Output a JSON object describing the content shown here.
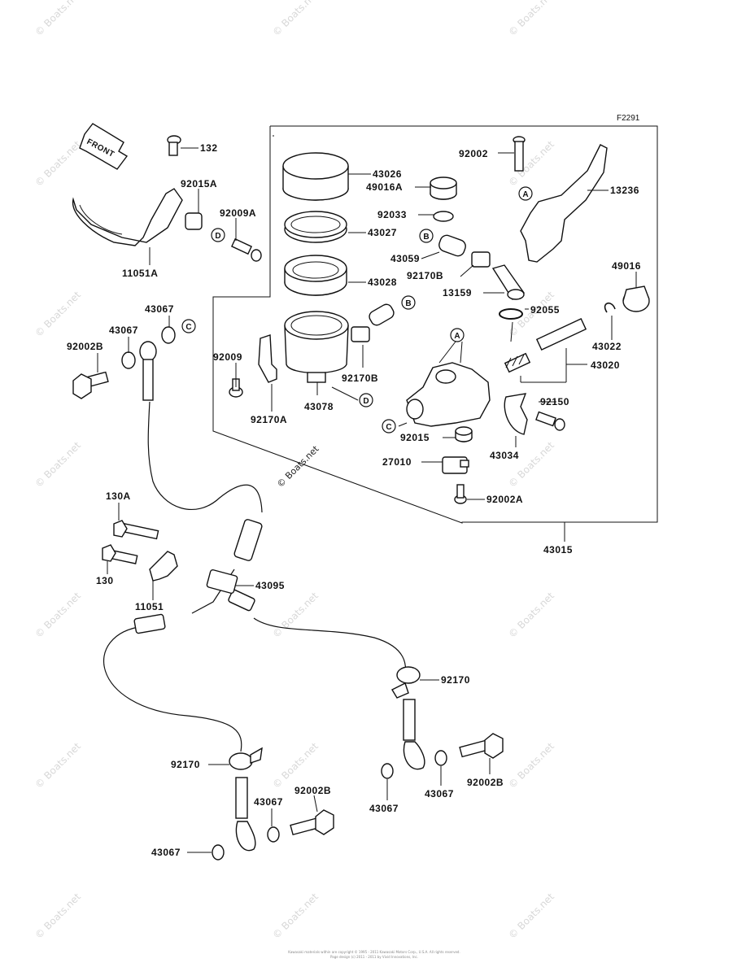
{
  "figure_code": "F2291",
  "front_arrow_text": "FRONT",
  "watermark": "© Boats.net",
  "footer_line1": "Kawasaki materials within are copyright © 1995 - 2011 Kawasaki Motors Corp., U.S.A. All rights reserved.",
  "footer_line2": "Page design (c) 2011 - 2011 by Vivid Innovations, Inc.",
  "parts": {
    "p132": "132",
    "p92015A": "92015A",
    "p92009A": "92009A",
    "p11051A": "11051A",
    "p43026": "43026",
    "p49016A": "49016A",
    "p92033": "92033",
    "p43027": "43027",
    "p43028": "43028",
    "p43059": "43059",
    "p92170B_a": "92170B",
    "p13159": "13159",
    "p92055": "92055",
    "p92002_top": "92002",
    "p13236": "13236",
    "p49016": "49016",
    "p43022": "43022",
    "p43020": "43020",
    "p43067_a": "43067",
    "p43067_b": "43067",
    "p92002B_a": "92002B",
    "p92009": "92009",
    "p92170B_b": "92170B",
    "p43078": "43078",
    "p92170A": "92170A",
    "p92150": "92150",
    "p92015": "92015",
    "p43034": "43034",
    "p27010": "27010",
    "p92002A": "92002A",
    "p43015": "43015",
    "p130A": "130A",
    "p130": "130",
    "p11051": "11051",
    "p43095": "43095",
    "p92170_a": "92170",
    "p92170_b": "92170",
    "p92002B_b": "92002B",
    "p43067_c": "43067",
    "p43067_d": "43067",
    "p43067_e": "43067",
    "p43067_f": "43067",
    "p92002B_c": "92002B"
  },
  "callouts": {
    "A": "A",
    "B": "B",
    "C": "C",
    "D": "D"
  }
}
